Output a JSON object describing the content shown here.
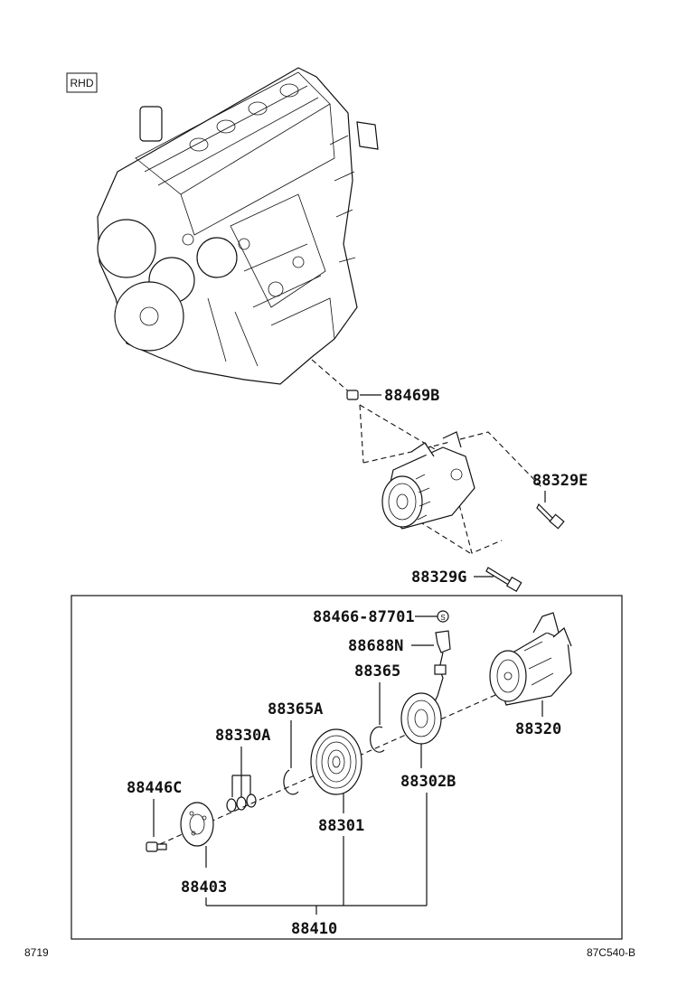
{
  "badge": "RHD",
  "footer": {
    "left": "8719",
    "right": "87C540-B"
  },
  "parts": {
    "p88469B": "88469B",
    "p88329E": "88329E",
    "p88329G": "88329G",
    "p88466": "88466-87701",
    "p88688N": "88688N",
    "p88365": "88365",
    "p88365A": "88365A",
    "p88330A": "88330A",
    "p88320": "88320",
    "p88446C": "88446C",
    "p88302B": "88302B",
    "p88301": "88301",
    "p88403": "88403",
    "p88410": "88410"
  }
}
